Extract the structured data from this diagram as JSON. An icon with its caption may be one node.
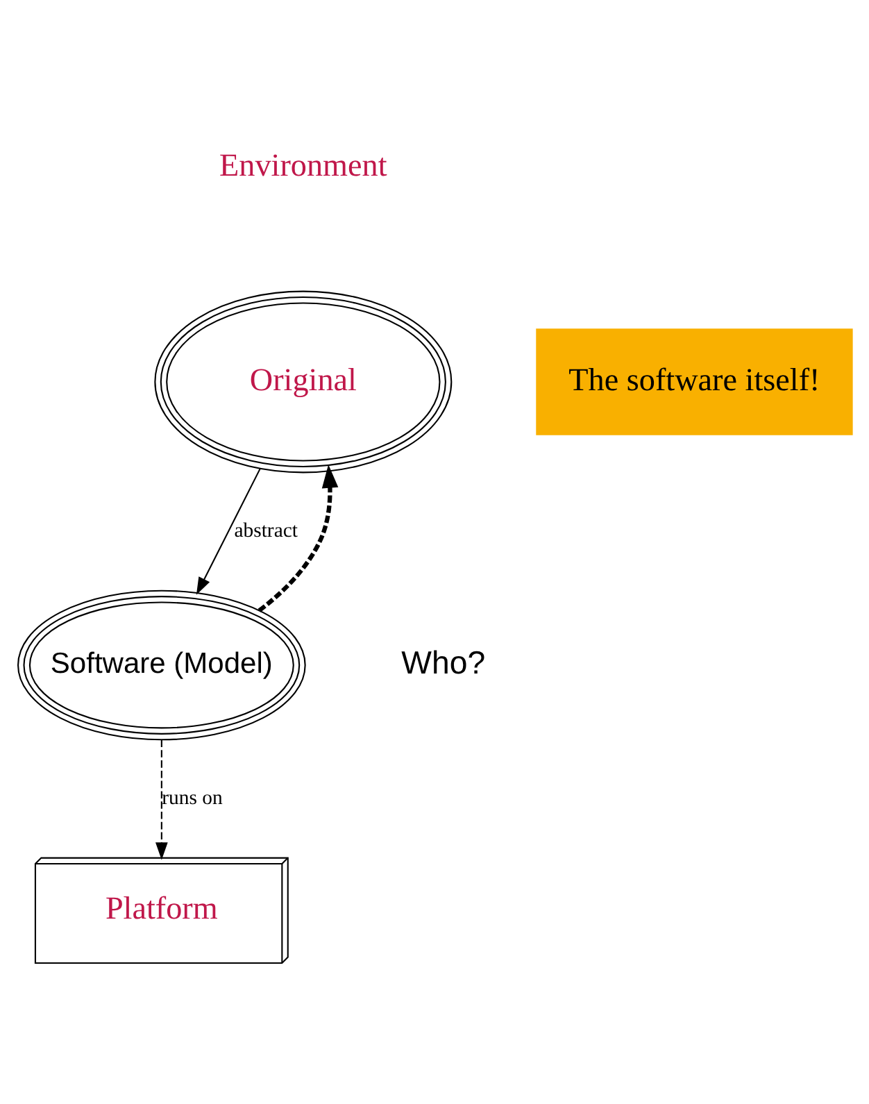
{
  "diagram": {
    "nodes": [
      {
        "text": [
          "Original"
        ]
      },
      {
        "text": [
          "Software (Model)"
        ]
      },
      {
        "text": [
          "Platform"
        ]
      },
      {
        "text": [
          "The software itself!"
        ]
      }
    ],
    "edges": [
      {
        "from": 0,
        "to": 1,
        "label": "abstract",
        "arrow": "to"
      },
      {
        "from": 1,
        "to": 0,
        "arrow": "to",
        "style": "dashed"
      },
      {
        "from": 1,
        "to": 2,
        "label": "runs on",
        "arrow": "to",
        "style": "dashed"
      }
    ],
    "labels": [
      "Environment",
      "Who?"
    ]
  }
}
